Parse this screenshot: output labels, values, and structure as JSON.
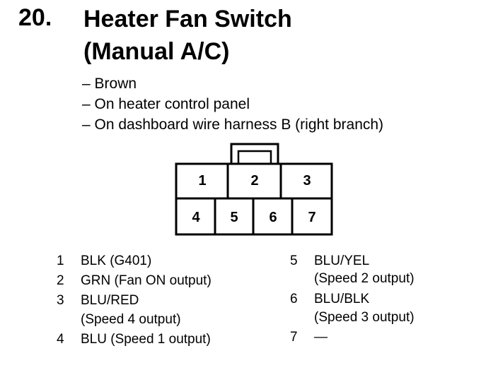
{
  "section_number": "20.",
  "title_lines": [
    "Heater Fan Switch",
    "(Manual A/C)"
  ],
  "notes": [
    "– Brown",
    "– On heater control panel",
    "– On dashboard wire harness B (right branch)"
  ],
  "connector_pins": [
    "1",
    "2",
    "3",
    "4",
    "5",
    "6",
    "7"
  ],
  "pin_list_left": [
    {
      "num": "1",
      "lines": [
        "BLK (G401)"
      ]
    },
    {
      "num": "2",
      "lines": [
        "GRN (Fan ON output)"
      ]
    },
    {
      "num": "3",
      "lines": [
        "BLU/RED",
        "(Speed 4 output)"
      ]
    },
    {
      "num": "4",
      "lines": [
        "BLU (Speed 1 output)"
      ]
    }
  ],
  "pin_list_right": [
    {
      "num": "5",
      "lines": [
        "BLU/YEL",
        "(Speed 2 output)"
      ]
    },
    {
      "num": "6",
      "lines": [
        "BLU/BLK",
        "(Speed 3 output)"
      ]
    },
    {
      "num": "7",
      "lines": [
        "—"
      ]
    }
  ]
}
